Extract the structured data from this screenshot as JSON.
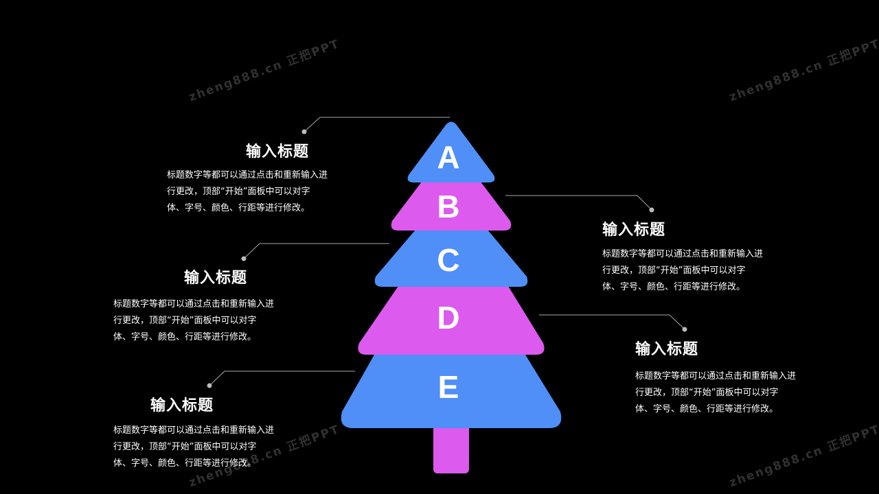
{
  "colors": {
    "background": "#000000",
    "tier_blue": "#4f8ff7",
    "tier_magenta": "#dc5aed",
    "connector": "#aaaaaa",
    "text": "#ffffff"
  },
  "tiers": [
    {
      "letter": "A",
      "color": "#4f8ff7"
    },
    {
      "letter": "B",
      "color": "#dc5aed"
    },
    {
      "letter": "C",
      "color": "#4f8ff7"
    },
    {
      "letter": "D",
      "color": "#dc5aed"
    },
    {
      "letter": "E",
      "color": "#4f8ff7"
    }
  ],
  "trunk_color": "#dc5aed",
  "blocks": [
    {
      "title": "输入标题",
      "lines": [
        "标题数字等都可以通过点击和重新输入进",
        "行更改，顶部“开始”面板中可以对字",
        "体、字号、颜色、行距等进行修改。"
      ]
    },
    {
      "title": "输入标题",
      "lines": [
        "标题数字等都可以通过点击和重新输入进",
        "行更改，顶部“开始”面板中可以对字",
        "体、字号、颜色、行距等进行修改。"
      ]
    },
    {
      "title": "输入标题",
      "lines": [
        "标题数字等都可以通过点击和重新输入进",
        "行更改，顶部“开始”面板中可以对字",
        "体、字号、颜色、行距等进行修改。"
      ]
    },
    {
      "title": "输入标题",
      "lines": [
        "标题数字等都可以通过点击和重新输入进",
        "行更改，顶部“开始”面板中可以对字",
        "体、字号、颜色、行距等进行修改。"
      ]
    },
    {
      "title": "输入标题",
      "lines": [
        "标题数字等都可以通过点击和重新输入进",
        "行更改，顶部“开始”面板中可以对字",
        "体、字号、颜色、行距等进行修改。"
      ]
    }
  ],
  "watermark": "zheng888.cn 正把PPT"
}
